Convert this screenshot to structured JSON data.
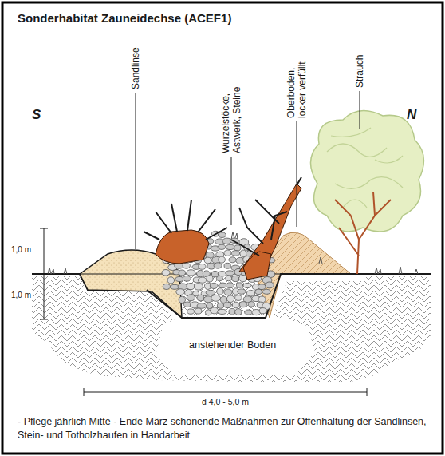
{
  "diagram": {
    "title": "Sonderhabitat Zauneidechse (ACEF1)",
    "caption": "- Pflege jährlich Mitte - Ende März schonende Maßnahmen zur Offenhaltung der Sandlinsen, Stein- und Totholzhaufen in Handarbeit",
    "labels": [
      "S",
      "N",
      "Sandlinse",
      "Wurzelstöcke, Astwerk, Steine",
      "Oberboden, locker verfüllt",
      "Strauch",
      "1,0 m",
      "1,0 m",
      "anstehender Boden",
      "d 4,0 - 5,0 m"
    ]
  }
}
